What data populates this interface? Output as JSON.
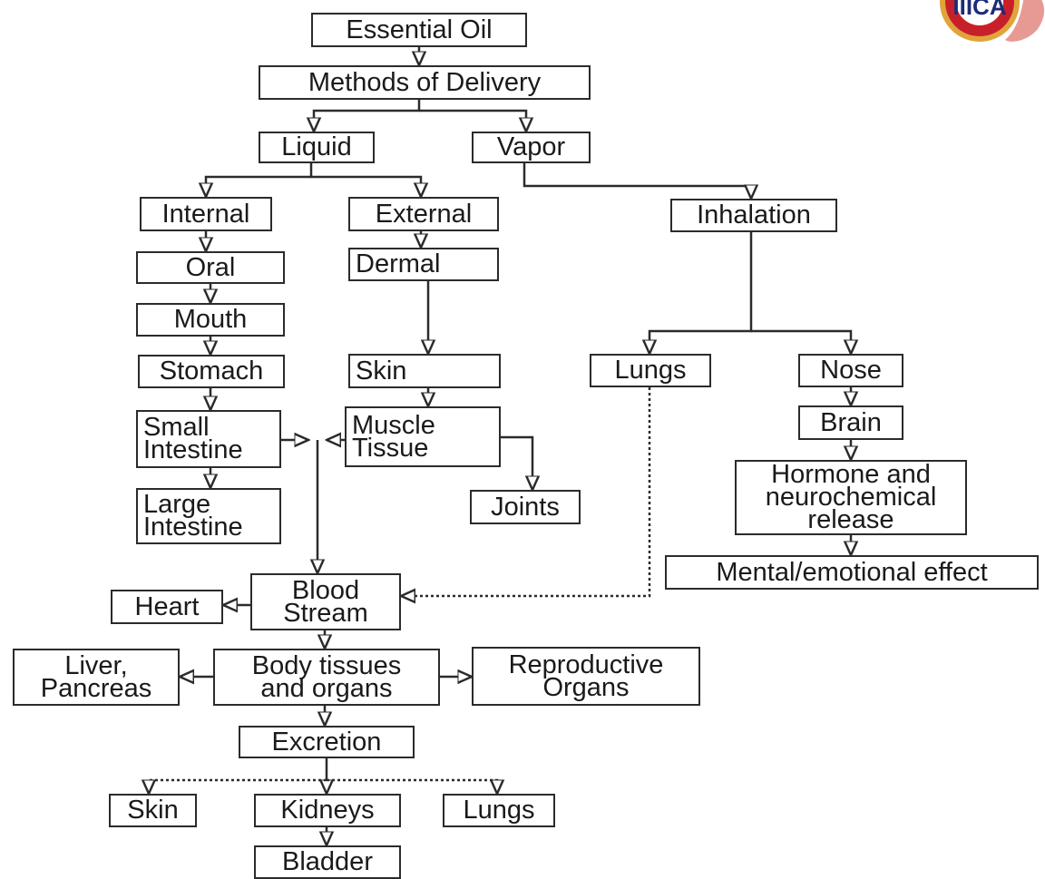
{
  "diagram": {
    "nodes": {
      "essential_oil": "Essential Oil",
      "methods": "Methods of Delivery",
      "liquid": "Liquid",
      "vapor": "Vapor",
      "internal": "Internal",
      "external": "External",
      "inhalation": "Inhalation",
      "oral": "Oral",
      "dermal": "Dermal",
      "mouth": "Mouth",
      "stomach": "Stomach",
      "skin_dermal": "Skin",
      "lungs_inhal": "Lungs",
      "nose": "Nose",
      "small_intestine": "Small\nIntestine",
      "muscle_tissue": "Muscle\nTissue",
      "brain": "Brain",
      "large_intestine": "Large\nIntestine",
      "joints": "Joints",
      "hormone": "Hormone and\nneurochemical\nrelease",
      "mental": "Mental/emotional effect",
      "heart": "Heart",
      "blood_stream": "Blood\nStream",
      "liver": "Liver,\nPancreas",
      "body_tissues": "Body tissues\nand organs",
      "reproductive": "Reproductive\nOrgans",
      "excretion": "Excretion",
      "skin_excr": "Skin",
      "kidneys": "Kidneys",
      "lungs_excr": "Lungs",
      "bladder": "Bladder"
    },
    "logo": {
      "text": "IIICA",
      "colors": {
        "ring": "#c8202a",
        "gold": "#e0a43a",
        "pink": "#e79a93",
        "blue": "#1c2b7a"
      }
    }
  }
}
